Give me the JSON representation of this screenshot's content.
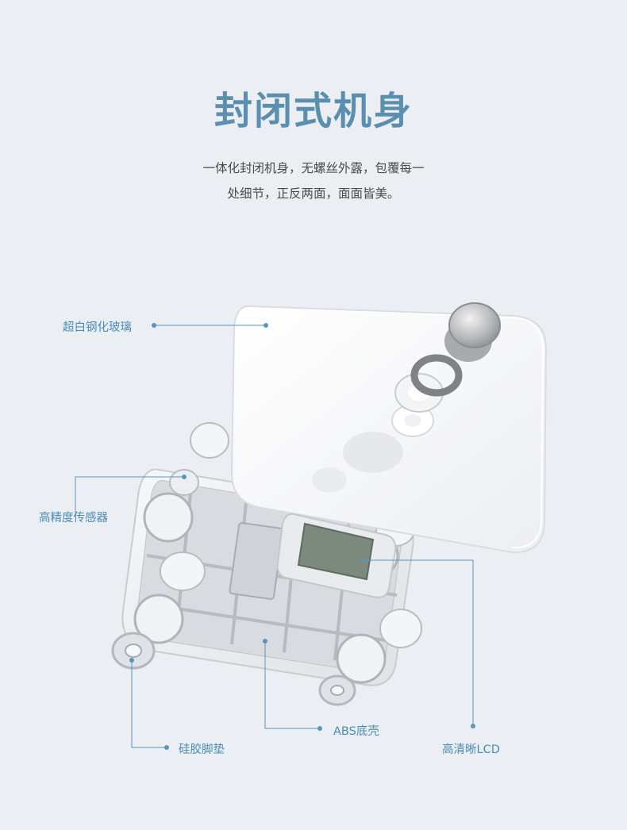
{
  "title": "封闭式机身",
  "subtitle": {
    "line1": "一体化封闭机身，无螺丝外露，包覆每一",
    "line2": "处细节，正反两面，面面皆美。"
  },
  "callouts": {
    "glass": "超白钢化玻璃",
    "sensor": "高精度传感器",
    "lcd": "高清晰LCD",
    "shell": "ABS底壳",
    "feet": "硅胶脚垫"
  },
  "colors": {
    "title": "#5b8fb0",
    "callout": "#4a8eb5",
    "background": "#ebeef3"
  }
}
